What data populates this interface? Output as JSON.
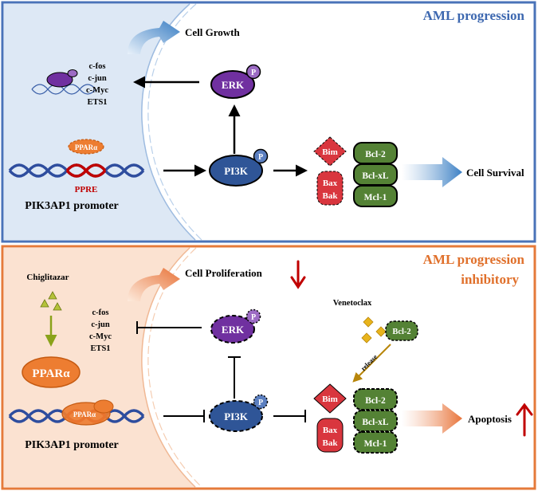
{
  "colors": {
    "top_border": "#4a73b8",
    "top_title": "#3d68b0",
    "bottom_border": "#e57a3a",
    "bottom_title": "#e0702b",
    "cell_top": "#dde8f5",
    "cell_bottom": "#fbe2d1",
    "pi3k": "#2f5597",
    "erk": "#7030a0",
    "bcl": "#548235",
    "pro_apoptotic": "#d9363e",
    "ppar": "#ed7d31",
    "dna_blue": "#2e4d9e",
    "dna_red": "#c00000",
    "down_arrow": "#c00000",
    "ligand": "#b5c23a",
    "venetoclax": "#e8b41c"
  },
  "top": {
    "title": "AML progression",
    "cell_growth": "Cell Growth",
    "targets": [
      "c-fos",
      "c-jun",
      "c-Myc",
      "ETS1"
    ],
    "erk": "ERK",
    "p": "P",
    "pi3k": "PI3K",
    "ppar": "PPARα",
    "ppre": "PPRE",
    "promoter": "PIK3AP1 promoter",
    "bim": "Bim",
    "bax": "Bax",
    "bak": "Bak",
    "bcl2": "Bcl-2",
    "bclxl": "Bcl-xL",
    "mcl1": "Mcl-1",
    "cell_survival": "Cell Survival"
  },
  "bottom": {
    "title_line1": "AML progression",
    "title_line2": "inhibitory",
    "chiglitazar": "Chiglitazar",
    "ppar": "PPARα",
    "ppar_small": "PPARα",
    "cell_proliferation": "Cell Proliferation",
    "targets": [
      "c-fos",
      "c-jun",
      "c-Myc",
      "ETS1"
    ],
    "erk": "ERK",
    "p": "P",
    "pi3k": "PI3K",
    "promoter": "PIK3AP1 promoter",
    "venetoclax": "Venetoclax",
    "release": "release",
    "bcl2_free": "Bcl-2",
    "bim": "Bim",
    "bax": "Bax",
    "bak": "Bak",
    "bcl2": "Bcl-2",
    "bclxl": "Bcl-xL",
    "mcl1": "Mcl-1",
    "apoptosis": "Apoptosis"
  }
}
